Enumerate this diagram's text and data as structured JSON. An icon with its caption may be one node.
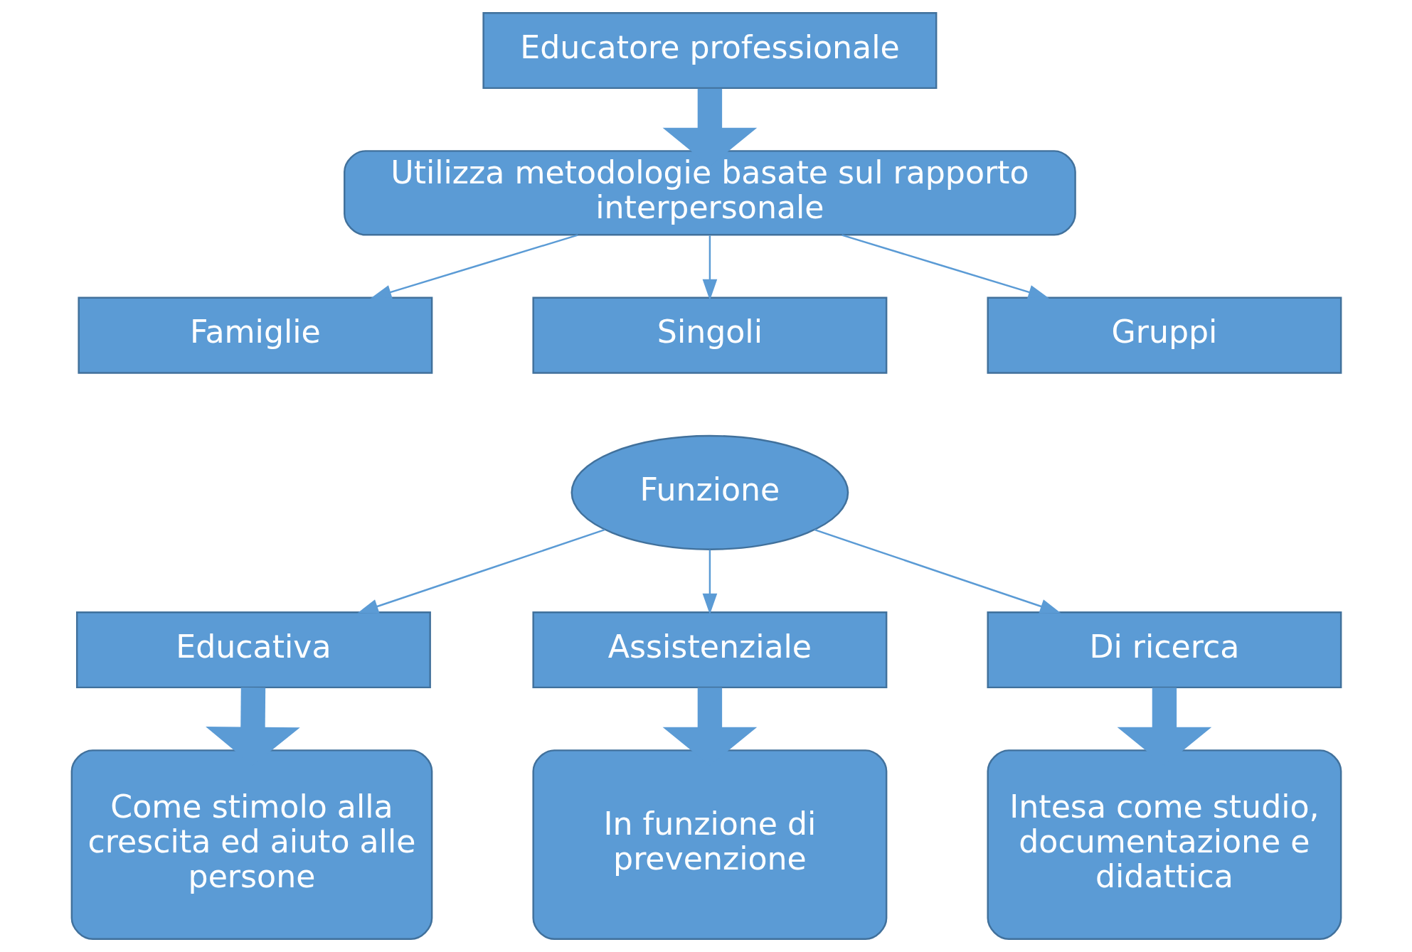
{
  "diagram": {
    "nodes": [
      {
        "text": [
          "Educatore professionale"
        ]
      },
      {
        "text": [
          "Utilizza metodologie basate sul rapporto interpersonale"
        ]
      },
      {
        "text": [
          "Famiglie"
        ]
      },
      {
        "text": [
          "Singoli"
        ]
      },
      {
        "text": [
          "Gruppi"
        ]
      },
      {
        "text": [
          "Funzione"
        ]
      },
      {
        "text": [
          "Educativa"
        ]
      },
      {
        "text": [
          "Assistenziale"
        ]
      },
      {
        "text": [
          "Di ricerca"
        ]
      },
      {
        "text": [
          "Come stimolo alla crescita ed aiuto alle persone"
        ]
      },
      {
        "text": [
          "In funzione di prevenzione"
        ]
      },
      {
        "text": [
          "Intesa come studio, documentazione e didattica"
        ]
      }
    ],
    "edges": [
      {
        "from": 0,
        "to": 1,
        "arrow": "to",
        "style": "thick"
      },
      {
        "from": 1,
        "to": 2,
        "arrow": "to"
      },
      {
        "from": 1,
        "to": 3,
        "arrow": "to"
      },
      {
        "from": 1,
        "to": 4,
        "arrow": "to"
      },
      {
        "from": 5,
        "to": 6,
        "arrow": "to"
      },
      {
        "from": 5,
        "to": 7,
        "arrow": "to"
      },
      {
        "from": 5,
        "to": 8,
        "arrow": "to"
      },
      {
        "from": 6,
        "to": 9,
        "arrow": "to",
        "style": "thick"
      },
      {
        "from": 7,
        "to": 10,
        "arrow": "to",
        "style": "thick"
      },
      {
        "from": 8,
        "to": 11,
        "arrow": "to",
        "style": "thick"
      }
    ]
  }
}
